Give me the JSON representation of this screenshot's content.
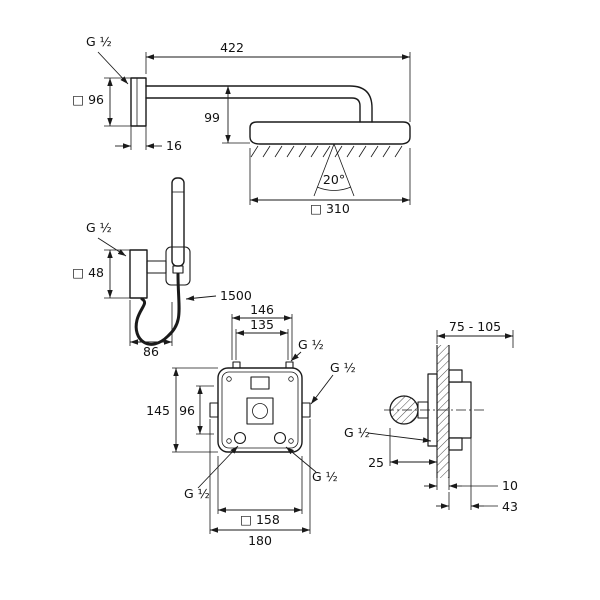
{
  "drawing": {
    "background": "#ffffff",
    "line_color": "#1a1a1a",
    "views": {
      "head_shower": {
        "thread": "G ½",
        "flange_size": "□ 96",
        "arm_length": "422",
        "head_drop": "99",
        "flange_depth": "16",
        "spray_angle": "20°",
        "head_size": "□ 310"
      },
      "hand_shower": {
        "thread": "G ½",
        "bracket_size": "□ 48",
        "hose_length": "1500",
        "projection": "86"
      },
      "faceplate": {
        "port_span_outer": "146",
        "port_span_inner": "135",
        "thread_top": "G ½",
        "thread_right": "G ½",
        "height_outer": "145",
        "height_inner": "96",
        "thread_bottom_left": "G ½",
        "thread_bottom_right": "G ½",
        "plate_size": "□ 158",
        "overall_width": "180"
      },
      "valve_side": {
        "mounting_depth": "75 - 105",
        "thread": "G ½",
        "protrusion": "25",
        "trim_depth": "10",
        "body_depth": "43"
      }
    }
  }
}
